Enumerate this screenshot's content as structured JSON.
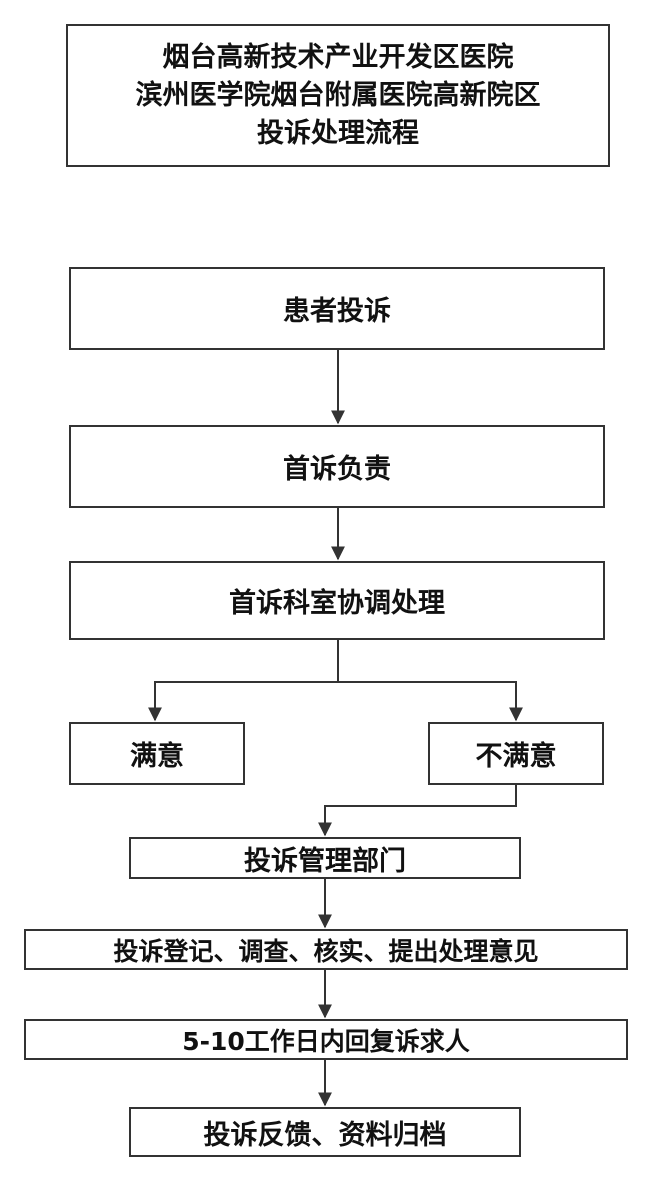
{
  "title": {
    "line1": "烟台高新技术产业开发区医院",
    "line2": "滨州医学院烟台附属医院高新院区",
    "line3": "投诉处理流程"
  },
  "nodes": {
    "complaint": "患者投诉",
    "first_responsible": "首诉负责",
    "dept_coordination": "首诉科室协调处理",
    "satisfied": "满意",
    "unsatisfied": "不满意",
    "management_dept": "投诉管理部门",
    "register_investigate": "投诉登记、调查、核实、提出处理意见",
    "reply": "5-10工作日内回复诉求人",
    "feedback_archive": "投诉反馈、资料归档"
  }
}
